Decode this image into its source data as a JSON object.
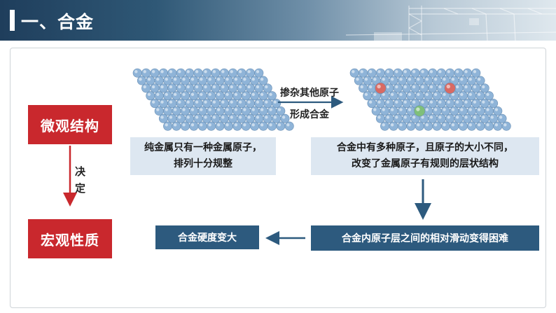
{
  "header": {
    "title": "一、合金"
  },
  "left": {
    "micro_label": "微观结构",
    "decide_chars": [
      "决",
      "定"
    ],
    "macro_label": "宏观性质"
  },
  "pure_metal": {
    "caption": [
      "纯金属只有一种金属原子，",
      "排列十分规整"
    ]
  },
  "doping_arrow": {
    "line1": "掺杂其他原子",
    "line2": "形成合金"
  },
  "alloy": {
    "caption": [
      "合金中有多种原子，且原子的大小不同，",
      "改变了金属原子有规则的层状结构"
    ]
  },
  "result": {
    "sliding_text": "合金内原子层之间的相对滑动变得困难",
    "hardness_text": "合金硬度变大"
  },
  "colors": {
    "accent_red": "#c9282d",
    "dark_blue": "#2d5a7e",
    "light_blue_bg": "#dde7f1",
    "atom_blue": "#8fb4d8",
    "atom_red": "#d96a63",
    "atom_green": "#7fbf7a"
  }
}
